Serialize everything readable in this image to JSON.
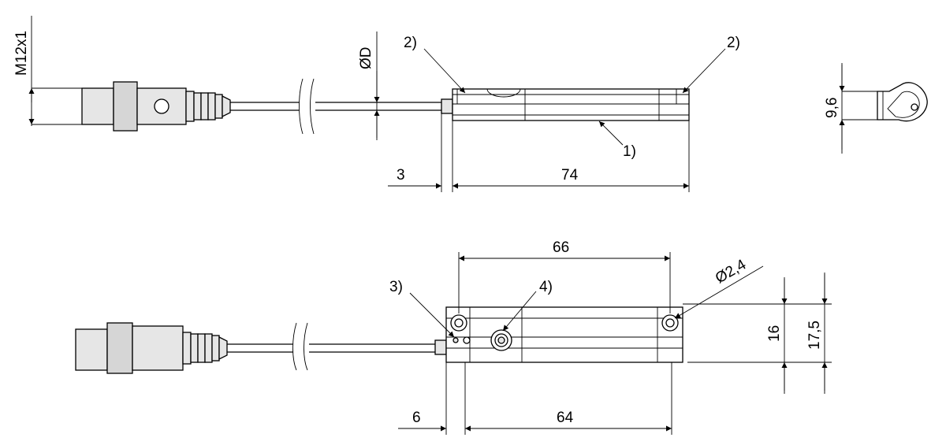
{
  "dimensions": {
    "thread": "M12x1",
    "cable_diameter": "ØD",
    "top_offset": "3",
    "top_length": "74",
    "side_height": "9,6",
    "bottom_width": "66",
    "hole_diameter": "Ø2,4",
    "bottom_offset": "6",
    "bottom_length": "64",
    "height_inner": "16",
    "height_outer": "17,5"
  },
  "callouts": {
    "c1": "1)",
    "c2a": "2)",
    "c2b": "2)",
    "c3": "3)",
    "c4": "4)"
  }
}
